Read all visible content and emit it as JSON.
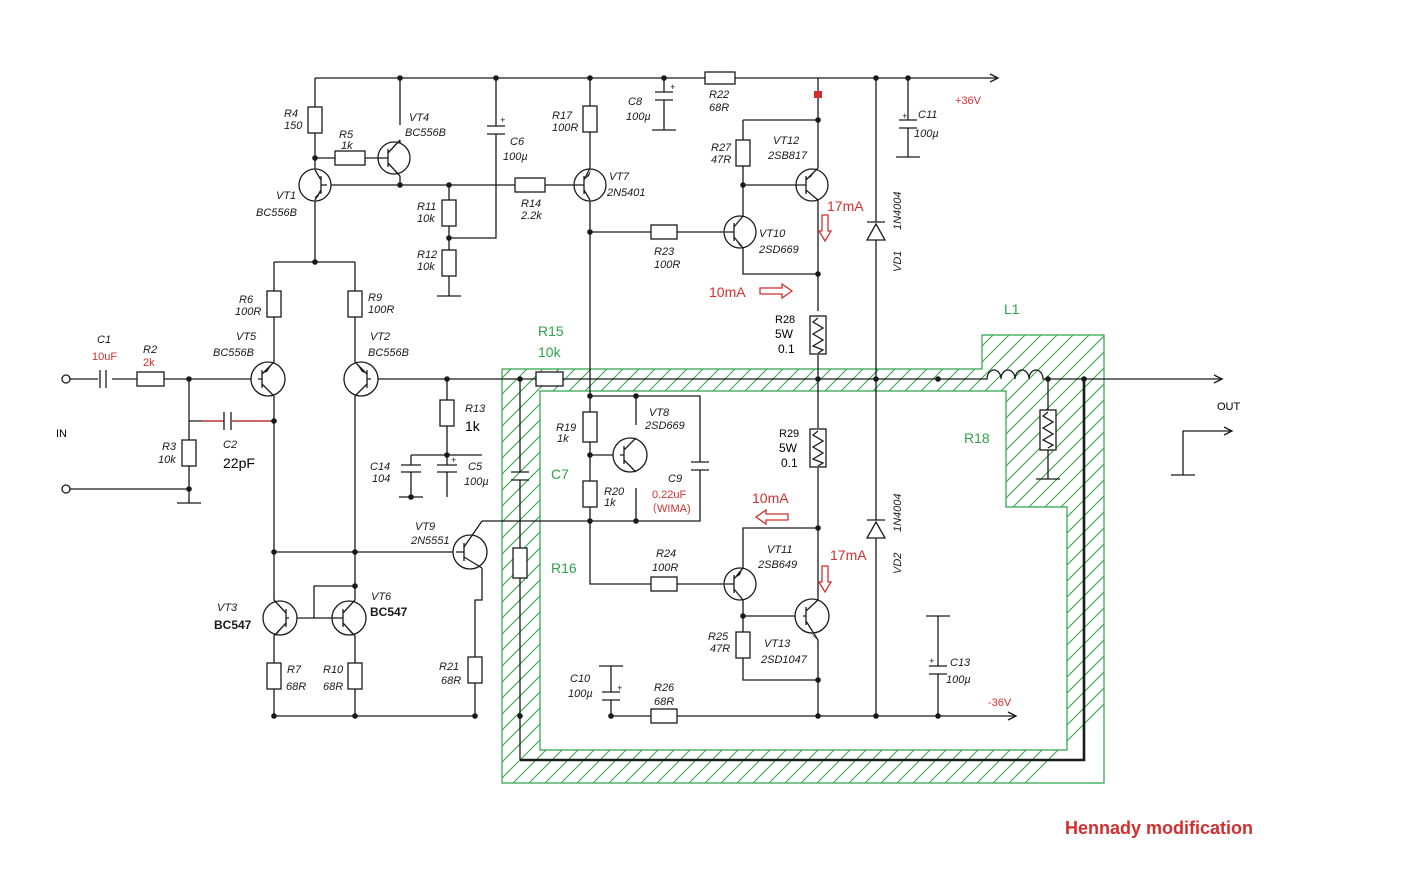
{
  "colors": {
    "wire": "#1a1a1a",
    "annotation_red": "#d32f2f",
    "annotation_green": "#2fa24a"
  },
  "rails": {
    "pos": "+36V",
    "neg": "-36V"
  },
  "io": {
    "in": "IN",
    "out": "OUT"
  },
  "title": "Hennady modification",
  "inductor": "L1",
  "resistors": {
    "R2": {
      "name": "R2",
      "value": "2k"
    },
    "R3": {
      "name": "R3",
      "value": "10k"
    },
    "R4": {
      "name": "R4",
      "value": "150"
    },
    "R5": {
      "name": "R5",
      "value": "1k"
    },
    "R6": {
      "name": "R6",
      "value": "100R"
    },
    "R7": {
      "name": "R7",
      "value": "68R"
    },
    "R9": {
      "name": "R9",
      "value": "100R"
    },
    "R10": {
      "name": "R10",
      "value": "68R"
    },
    "R11": {
      "name": "R11",
      "value": "10k"
    },
    "R12": {
      "name": "R12",
      "value": "10k"
    },
    "R13": {
      "name": "R13",
      "value": "1k"
    },
    "R14": {
      "name": "R14",
      "value": "2.2k"
    },
    "R15": {
      "name": "R15",
      "value": "10k"
    },
    "R16": {
      "name": "R16"
    },
    "R17": {
      "name": "R17",
      "value": "100R"
    },
    "R18": {
      "name": "R18"
    },
    "R19": {
      "name": "R19",
      "value": "1k"
    },
    "R20": {
      "name": "R20",
      "value": "1k"
    },
    "R21": {
      "name": "R21",
      "value": "68R"
    },
    "R22": {
      "name": "R22",
      "value": "68R"
    },
    "R23": {
      "name": "R23",
      "value": "100R"
    },
    "R24": {
      "name": "R24",
      "value": "100R"
    },
    "R25": {
      "name": "R25",
      "value": "47R"
    },
    "R26": {
      "name": "R26",
      "value": "68R"
    },
    "R27": {
      "name": "R27",
      "value": "47R"
    },
    "R28": {
      "name": "R28",
      "power": "5W",
      "value": "0.1"
    },
    "R29": {
      "name": "R29",
      "power": "5W",
      "value": "0.1"
    }
  },
  "capacitors": {
    "C1": {
      "name": "C1",
      "value": "10uF"
    },
    "C2": {
      "name": "C2",
      "value": "22pF"
    },
    "C5": {
      "name": "C5",
      "value": "100µ"
    },
    "C6": {
      "name": "C6",
      "value": "100µ"
    },
    "C7": {
      "name": "C7"
    },
    "C8": {
      "name": "C8",
      "value": "100µ"
    },
    "C9": {
      "name": "C9",
      "value": "0.22uF",
      "note": "（WIMA)"
    },
    "C10": {
      "name": "C10",
      "value": "100µ"
    },
    "C11": {
      "name": "C11",
      "value": "100µ"
    },
    "C13": {
      "name": "C13",
      "value": "100µ"
    },
    "C14": {
      "name": "C14",
      "value": "104"
    }
  },
  "transistors": {
    "VT1": {
      "name": "VT1",
      "part": "BC556B"
    },
    "VT2": {
      "name": "VT2",
      "part": "BC556B"
    },
    "VT3": {
      "name": "VT3",
      "part": "BC547"
    },
    "VT4": {
      "name": "VT4",
      "part": "BC556B"
    },
    "VT5": {
      "name": "VT5",
      "part": "BC556B"
    },
    "VT6": {
      "name": "VT6",
      "part": "BC547"
    },
    "VT7": {
      "name": "VT7",
      "part": "2N5401"
    },
    "VT8": {
      "name": "VT8",
      "part": "2SD669"
    },
    "VT9": {
      "name": "VT9",
      "part": "2N5551"
    },
    "VT10": {
      "name": "VT10",
      "part": "2SD669"
    },
    "VT11": {
      "name": "VT11",
      "part": "2SB649"
    },
    "VT12": {
      "name": "VT12",
      "part": "2SB817"
    },
    "VT13": {
      "name": "VT13",
      "part": "2SD1047"
    }
  },
  "diodes": {
    "VD1": {
      "name": "VD1",
      "part": "1N4004"
    },
    "VD2": {
      "name": "VD2",
      "part": "1N4004"
    }
  },
  "currents": {
    "vt10": "10mA",
    "vt12": "17mA",
    "vt11": "10mA",
    "vt13": "17mA"
  }
}
